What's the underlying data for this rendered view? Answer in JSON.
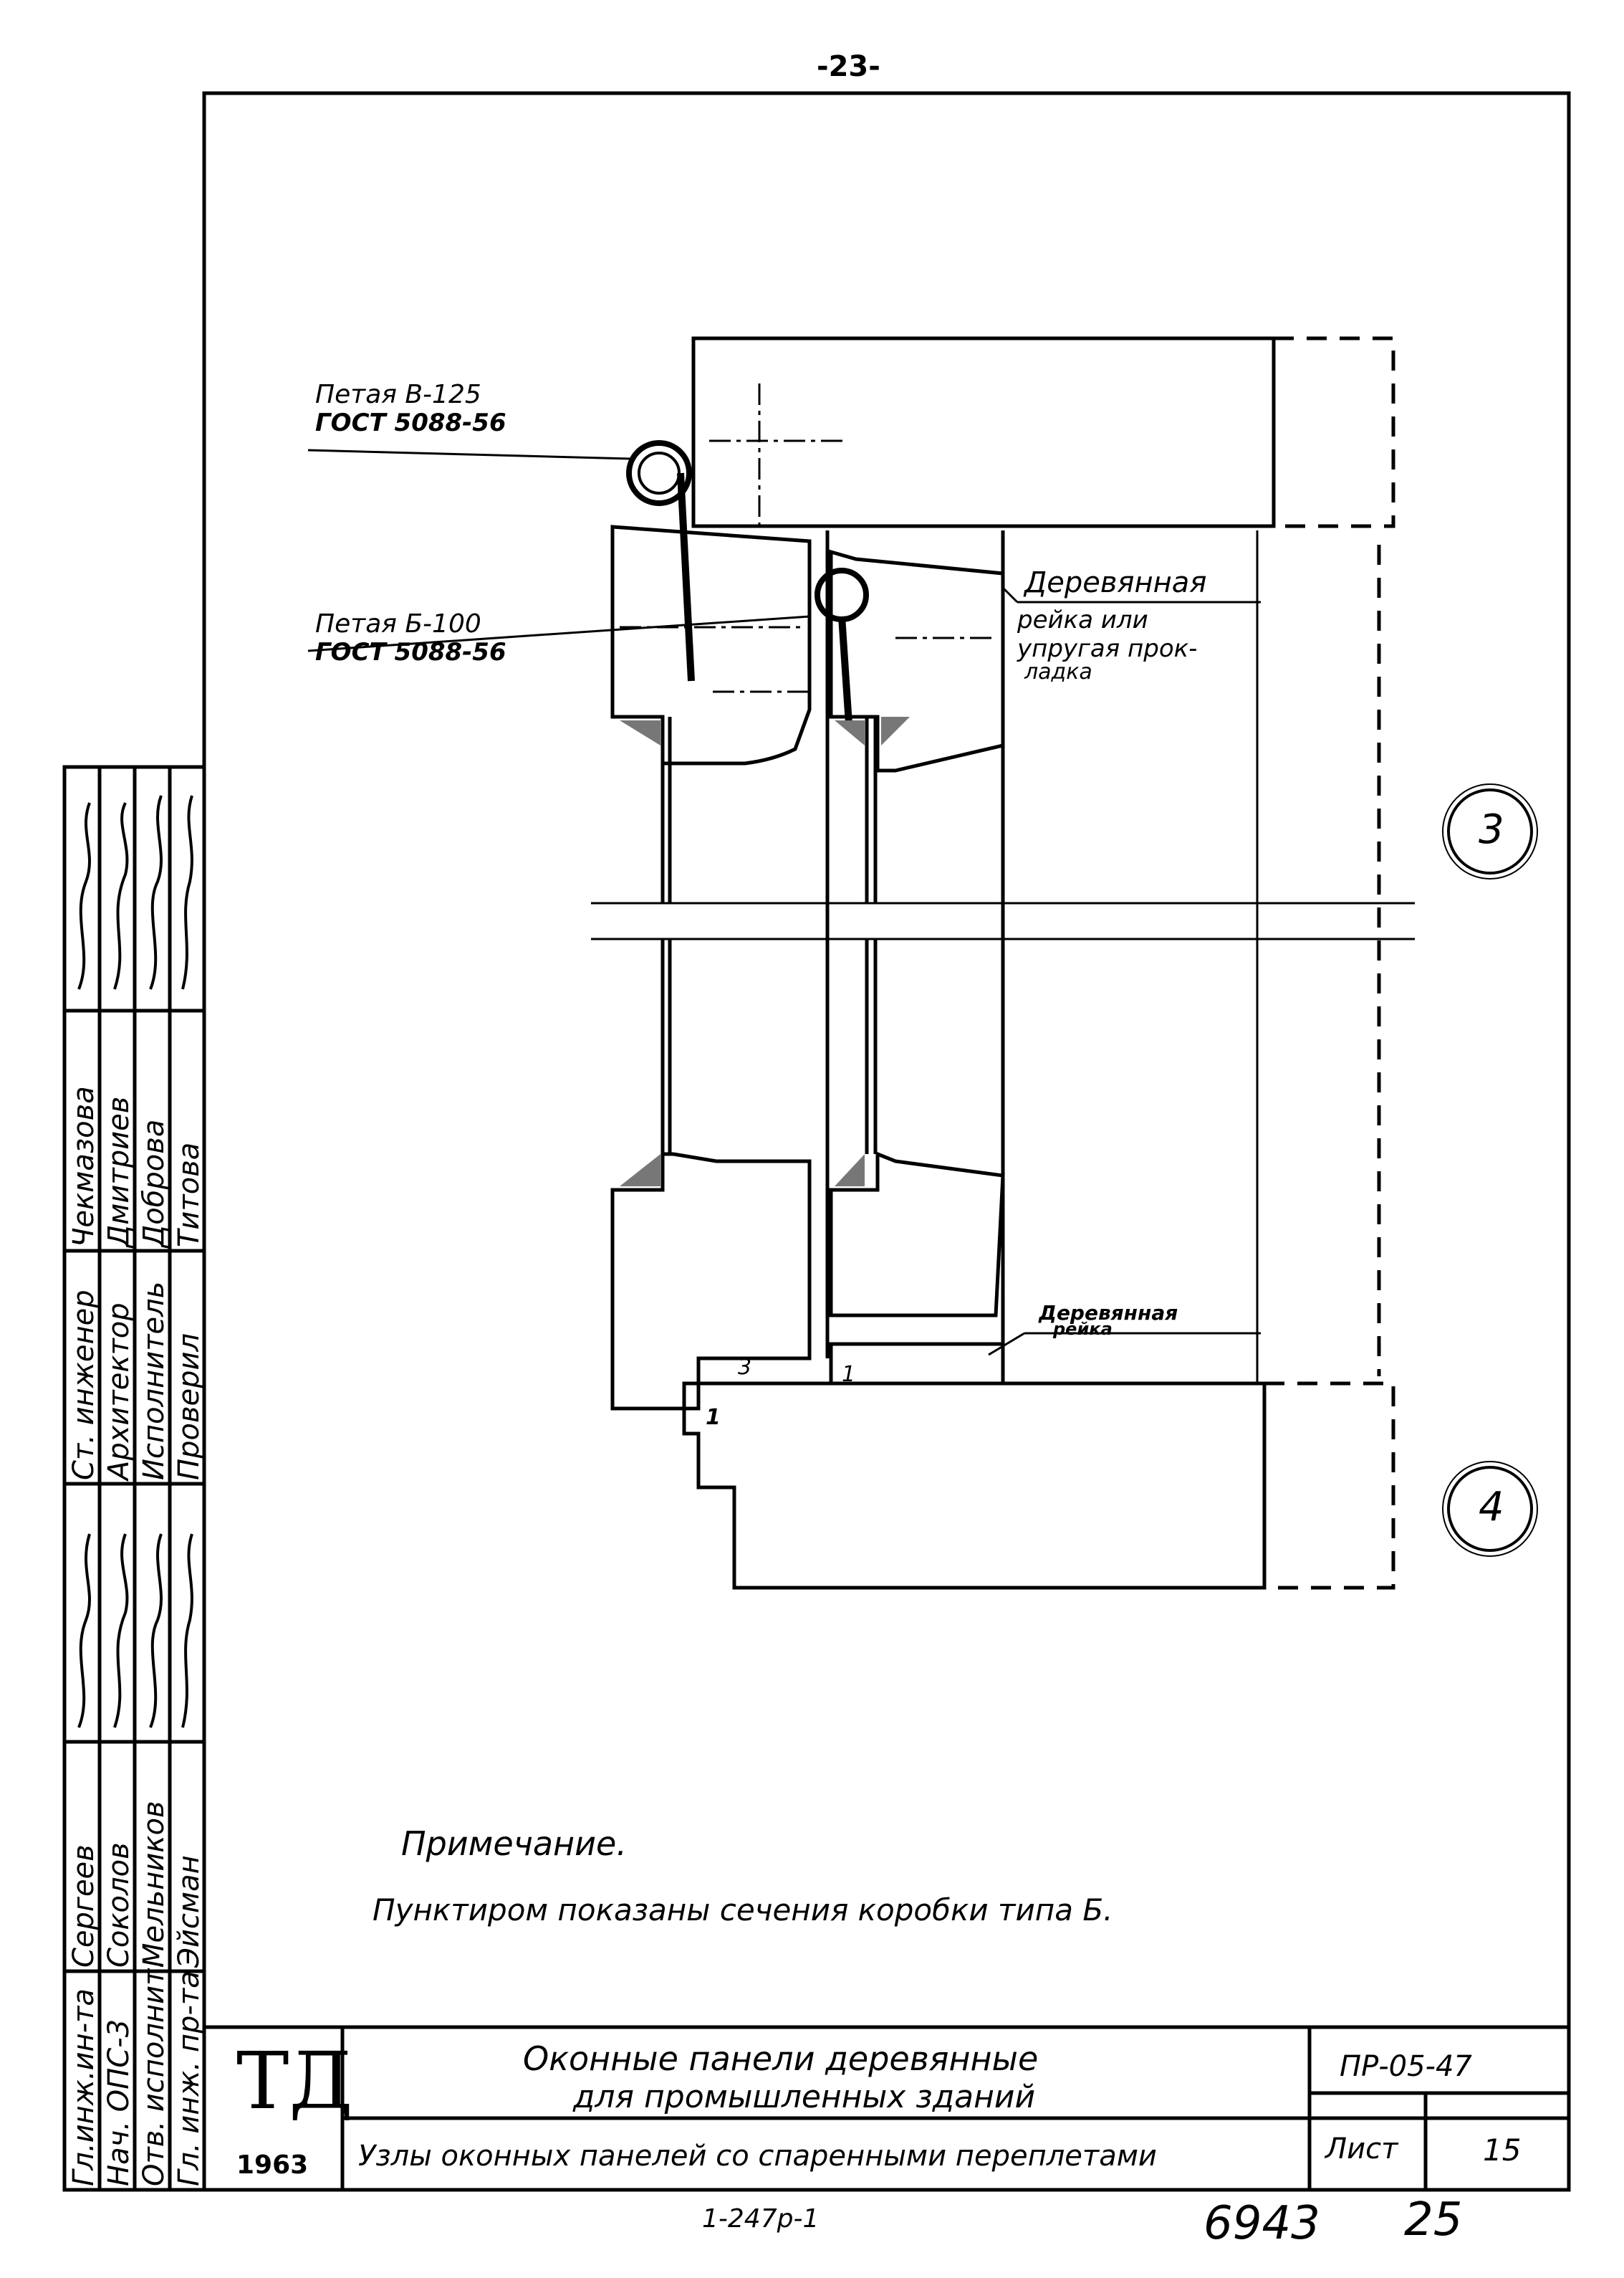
{
  "page_number": "-23-",
  "callouts": {
    "hinge_top_1": "Петая В-125",
    "hinge_top_2": "ГОСТ 5088-56",
    "hinge_mid_1": "Петая Б-100",
    "hinge_mid_2": "ГОСТ 5088-56",
    "rail_1": "Деревянная",
    "rail_2": "рейка или",
    "rail_3": "упругая прок-",
    "rail_4": "ладка",
    "rail_bottom_1": "Деревянная",
    "rail_bottom_2": "рейка",
    "mark_1a": "1",
    "mark_1b": "1",
    "mark_3": "3"
  },
  "node_numbers": {
    "node_a": "3",
    "node_b": "4"
  },
  "note": {
    "title": "Примечание.",
    "text": "Пунктиром показаны сечения коробки типа Б."
  },
  "title_block": {
    "logo": "ТД",
    "year": "1963",
    "title_line1": "Оконные панели деревянные",
    "title_line2": "для промышленных зданий",
    "subtitle": "Узлы оконных панелей со спаренными переплетами",
    "series": "ПР-05-47",
    "sheet_label": "Лист",
    "sheet_number": "15"
  },
  "signatures": {
    "roles": [
      "Гл.инж.ин-та",
      "Нач. ОПС-3",
      "Отв. исполнит.",
      "Гл. инж. пр-та"
    ],
    "names": [
      "Сергеев",
      "Соколов",
      "Мельников",
      "Эйсман"
    ],
    "roles2": [
      "Ст. инженер",
      "Архитектор",
      "Исполнитель",
      "Проверил"
    ],
    "names2": [
      "Чекмазова",
      "Дмитриев",
      "Доброва",
      "Титова"
    ]
  },
  "footer": {
    "code": "1-247р-1",
    "archive": "6943",
    "page": "25"
  }
}
